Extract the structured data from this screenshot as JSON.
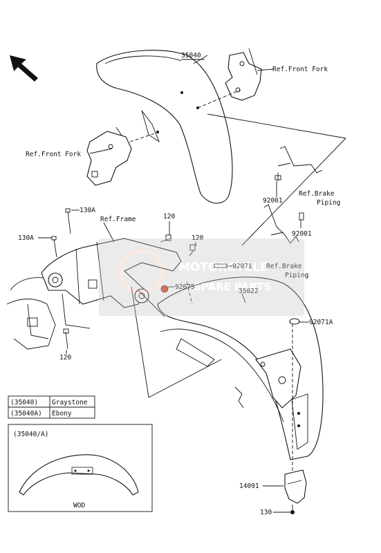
{
  "callouts": {
    "p35040": "35040",
    "ref_front_fork_top": "Ref.Front Fork",
    "ref_front_fork_left": "Ref.Front Fork",
    "ref_brake_piping_1_line1": "Ref.Brake",
    "ref_brake_piping_1_line2": "Piping",
    "p92001_a": "92001",
    "p92001_b": "92001",
    "p130A_a": "130A",
    "p130A_b": "130A",
    "ref_frame": "Ref.Frame",
    "p120_a": "120",
    "p120_b": "120",
    "p120_c": "120",
    "p92071": "92071",
    "ref_brake_piping_2_line1": "Ref.Brake",
    "ref_brake_piping_2_line2": "Piping",
    "p92075": "92075",
    "p35022": "35022",
    "p92071A": "92071A",
    "p14091": "14091",
    "p130": "130"
  },
  "color_table": {
    "rows": [
      {
        "code": "(35040)",
        "color": "Graystone"
      },
      {
        "code": "(35040A)",
        "color": "Ebony"
      }
    ]
  },
  "inset": {
    "title": "(35040/A)",
    "caption": "WOD"
  },
  "watermark": {
    "line1": "MOTORCYCLE",
    "line2": "SPARE PARTS"
  }
}
